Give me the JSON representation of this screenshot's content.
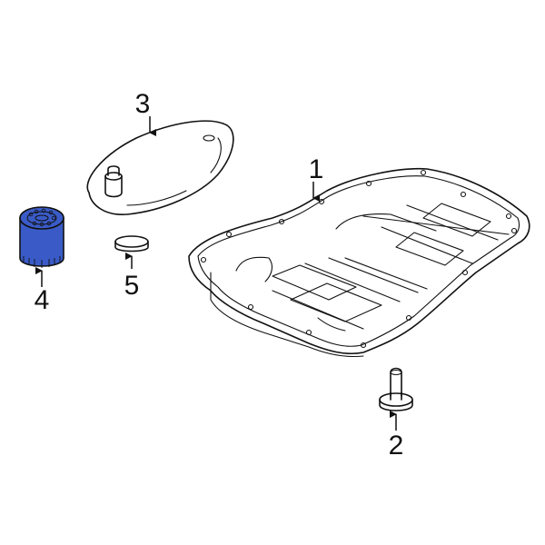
{
  "diagram": {
    "type": "exploded-parts-diagram",
    "subject": "Transmission oil pan assembly",
    "highlight_color": "#3a5bc7",
    "line_color": "#111111",
    "background": "#ffffff",
    "parts": [
      {
        "number": "1",
        "label": "1",
        "description": "oil-pan",
        "highlighted": false
      },
      {
        "number": "2",
        "label": "2",
        "description": "bolt",
        "highlighted": false
      },
      {
        "number": "3",
        "label": "3",
        "description": "filter-screen",
        "highlighted": false
      },
      {
        "number": "4",
        "label": "4",
        "description": "oil-filter",
        "highlighted": true
      },
      {
        "number": "5",
        "label": "5",
        "description": "plug",
        "highlighted": false
      }
    ]
  }
}
